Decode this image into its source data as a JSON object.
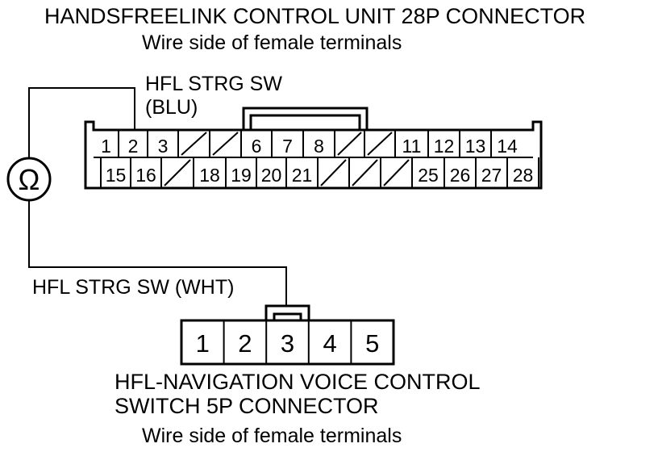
{
  "connector_28p": {
    "title": "HANDSFREELINK CONTROL UNIT 28P CONNECTOR",
    "subtitle": "Wire side of female terminals",
    "wire_label_line1": "HFL STRG SW",
    "wire_label_line2": "(BLU)",
    "row1": [
      "1",
      "2",
      "3",
      "",
      "",
      "6",
      "7",
      "8",
      "",
      "",
      "11",
      "12",
      "13",
      "14"
    ],
    "row2": [
      "15",
      "16",
      "",
      "18",
      "19",
      "20",
      "21",
      "",
      "",
      "",
      "25",
      "26",
      "27",
      "28"
    ]
  },
  "meter": {
    "symbol": "Ω",
    "icon": "ohmmeter-icon"
  },
  "connector_5p": {
    "wire_label": "HFL STRG SW (WHT)",
    "title_line1": "HFL-NAVIGATION VOICE CONTROL",
    "title_line2": "SWITCH 5P CONNECTOR",
    "subtitle": "Wire side of female terminals",
    "terminals": [
      "1",
      "2",
      "3",
      "4",
      "5"
    ]
  }
}
